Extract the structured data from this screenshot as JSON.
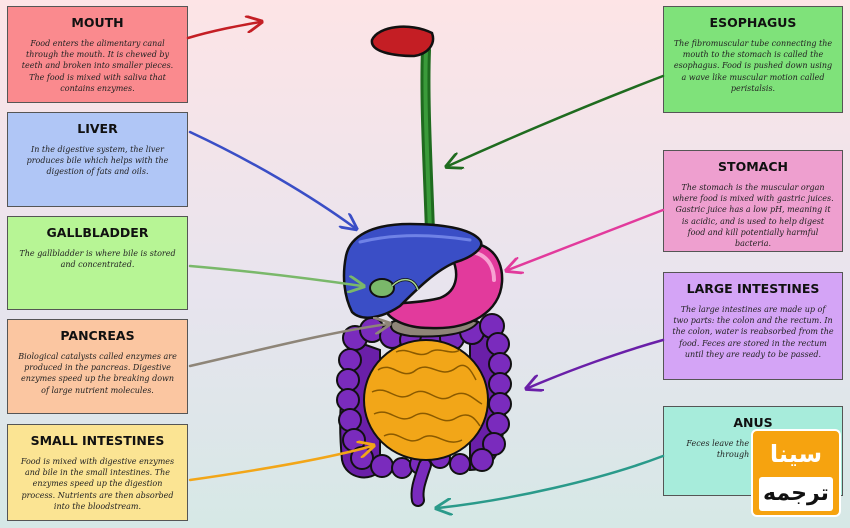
{
  "cards": {
    "mouth": {
      "title": "MOUTH",
      "text": "Food enters the alimentary canal through the mouth. It is chewed by teeth and broken into smaller pieces. The food is mixed with saliva that contains enzymes.",
      "color": "#fa8a8e"
    },
    "liver": {
      "title": "LIVER",
      "text": "In the digestive system, the liver produces bile which helps with the digestion of fats and oils.",
      "color": "#b0c6f6"
    },
    "gallbladder": {
      "title": "GALLBLADDER",
      "text": "The gallbladder is where bile is stored and concentrated.",
      "color": "#b7f595"
    },
    "pancreas": {
      "title": "PANCREAS",
      "text": "Biological catalysts called enzymes are produced in the pancreas. Digestive enzymes speed up the breaking down of large nutrient molecules.",
      "color": "#fbc6a1"
    },
    "small_intestines": {
      "title": "SMALL INTESTINES",
      "text": "Food is mixed with digestive enzymes and bile in the small intestines. The enzymes speed up the digestion process. Nutrients are then absorbed into the bloodstream.",
      "color": "#fbe493"
    },
    "esophagus": {
      "title": "ESOPHAGUS",
      "text": "The fibromuscular tube connecting the mouth to the stomach is called the esophagus. Food is pushed down using a wave like muscular motion called peristalsis.",
      "color": "#7fe27a"
    },
    "stomach": {
      "title": "STOMACH",
      "text": "The stomach is the muscular organ where food is mixed with gastric juices. Gastric juice has a low pH, meaning it is acidic, and is used to help digest food and kill potentially harmful bacteria.",
      "color": "#ee9fcf"
    },
    "large_intestines": {
      "title": "LARGE INTESTINES",
      "text": "The large intestines are made up of two parts: the colon and the rectum. In the colon, water is reabsorbed from the food. Feces are stored in the rectum until they are ready to be passed.",
      "color": "#d4a4f6"
    },
    "anus": {
      "title": "ANUS",
      "text": "Feces leave the alimentary canal through the anus.",
      "color": "#a7ecdb"
    }
  },
  "watermark": {
    "line1": "سينا",
    "line2": "ترجمه",
    "color": "#f6a30f"
  },
  "organ_colors": {
    "mouth": "#c41e24",
    "esophagus": "#1f6b1f",
    "liver": "#3a4ec6",
    "gallbladder": "#7ab86a",
    "stomach": "#e23a9c",
    "pancreas": "#8e8578",
    "small_intestines": "#f2a618",
    "large_intestines": "#6a1fa8"
  }
}
